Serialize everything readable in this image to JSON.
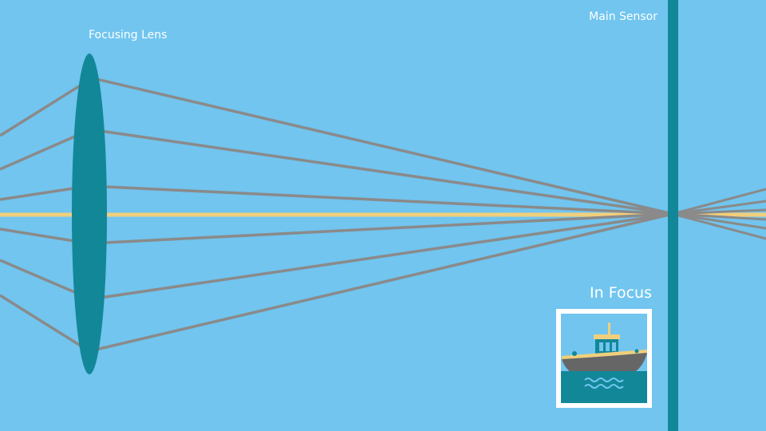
{
  "labels": {
    "focusing_lens": "Focusing Lens",
    "main_sensor": "Main Sensor",
    "in_focus": "In Focus"
  },
  "colors": {
    "background": "#71c5ef",
    "lens": "#128798",
    "sensor": "#128798",
    "ray": "#8a8a8a",
    "optical_axis": "#f1cf7c",
    "frame": "#ffffff",
    "water": "#128798",
    "hull": "#666666",
    "deck_trim": "#f1cf7c",
    "cabin": "#128798"
  },
  "icons": {
    "thumbnail": "boat-on-water-icon"
  }
}
